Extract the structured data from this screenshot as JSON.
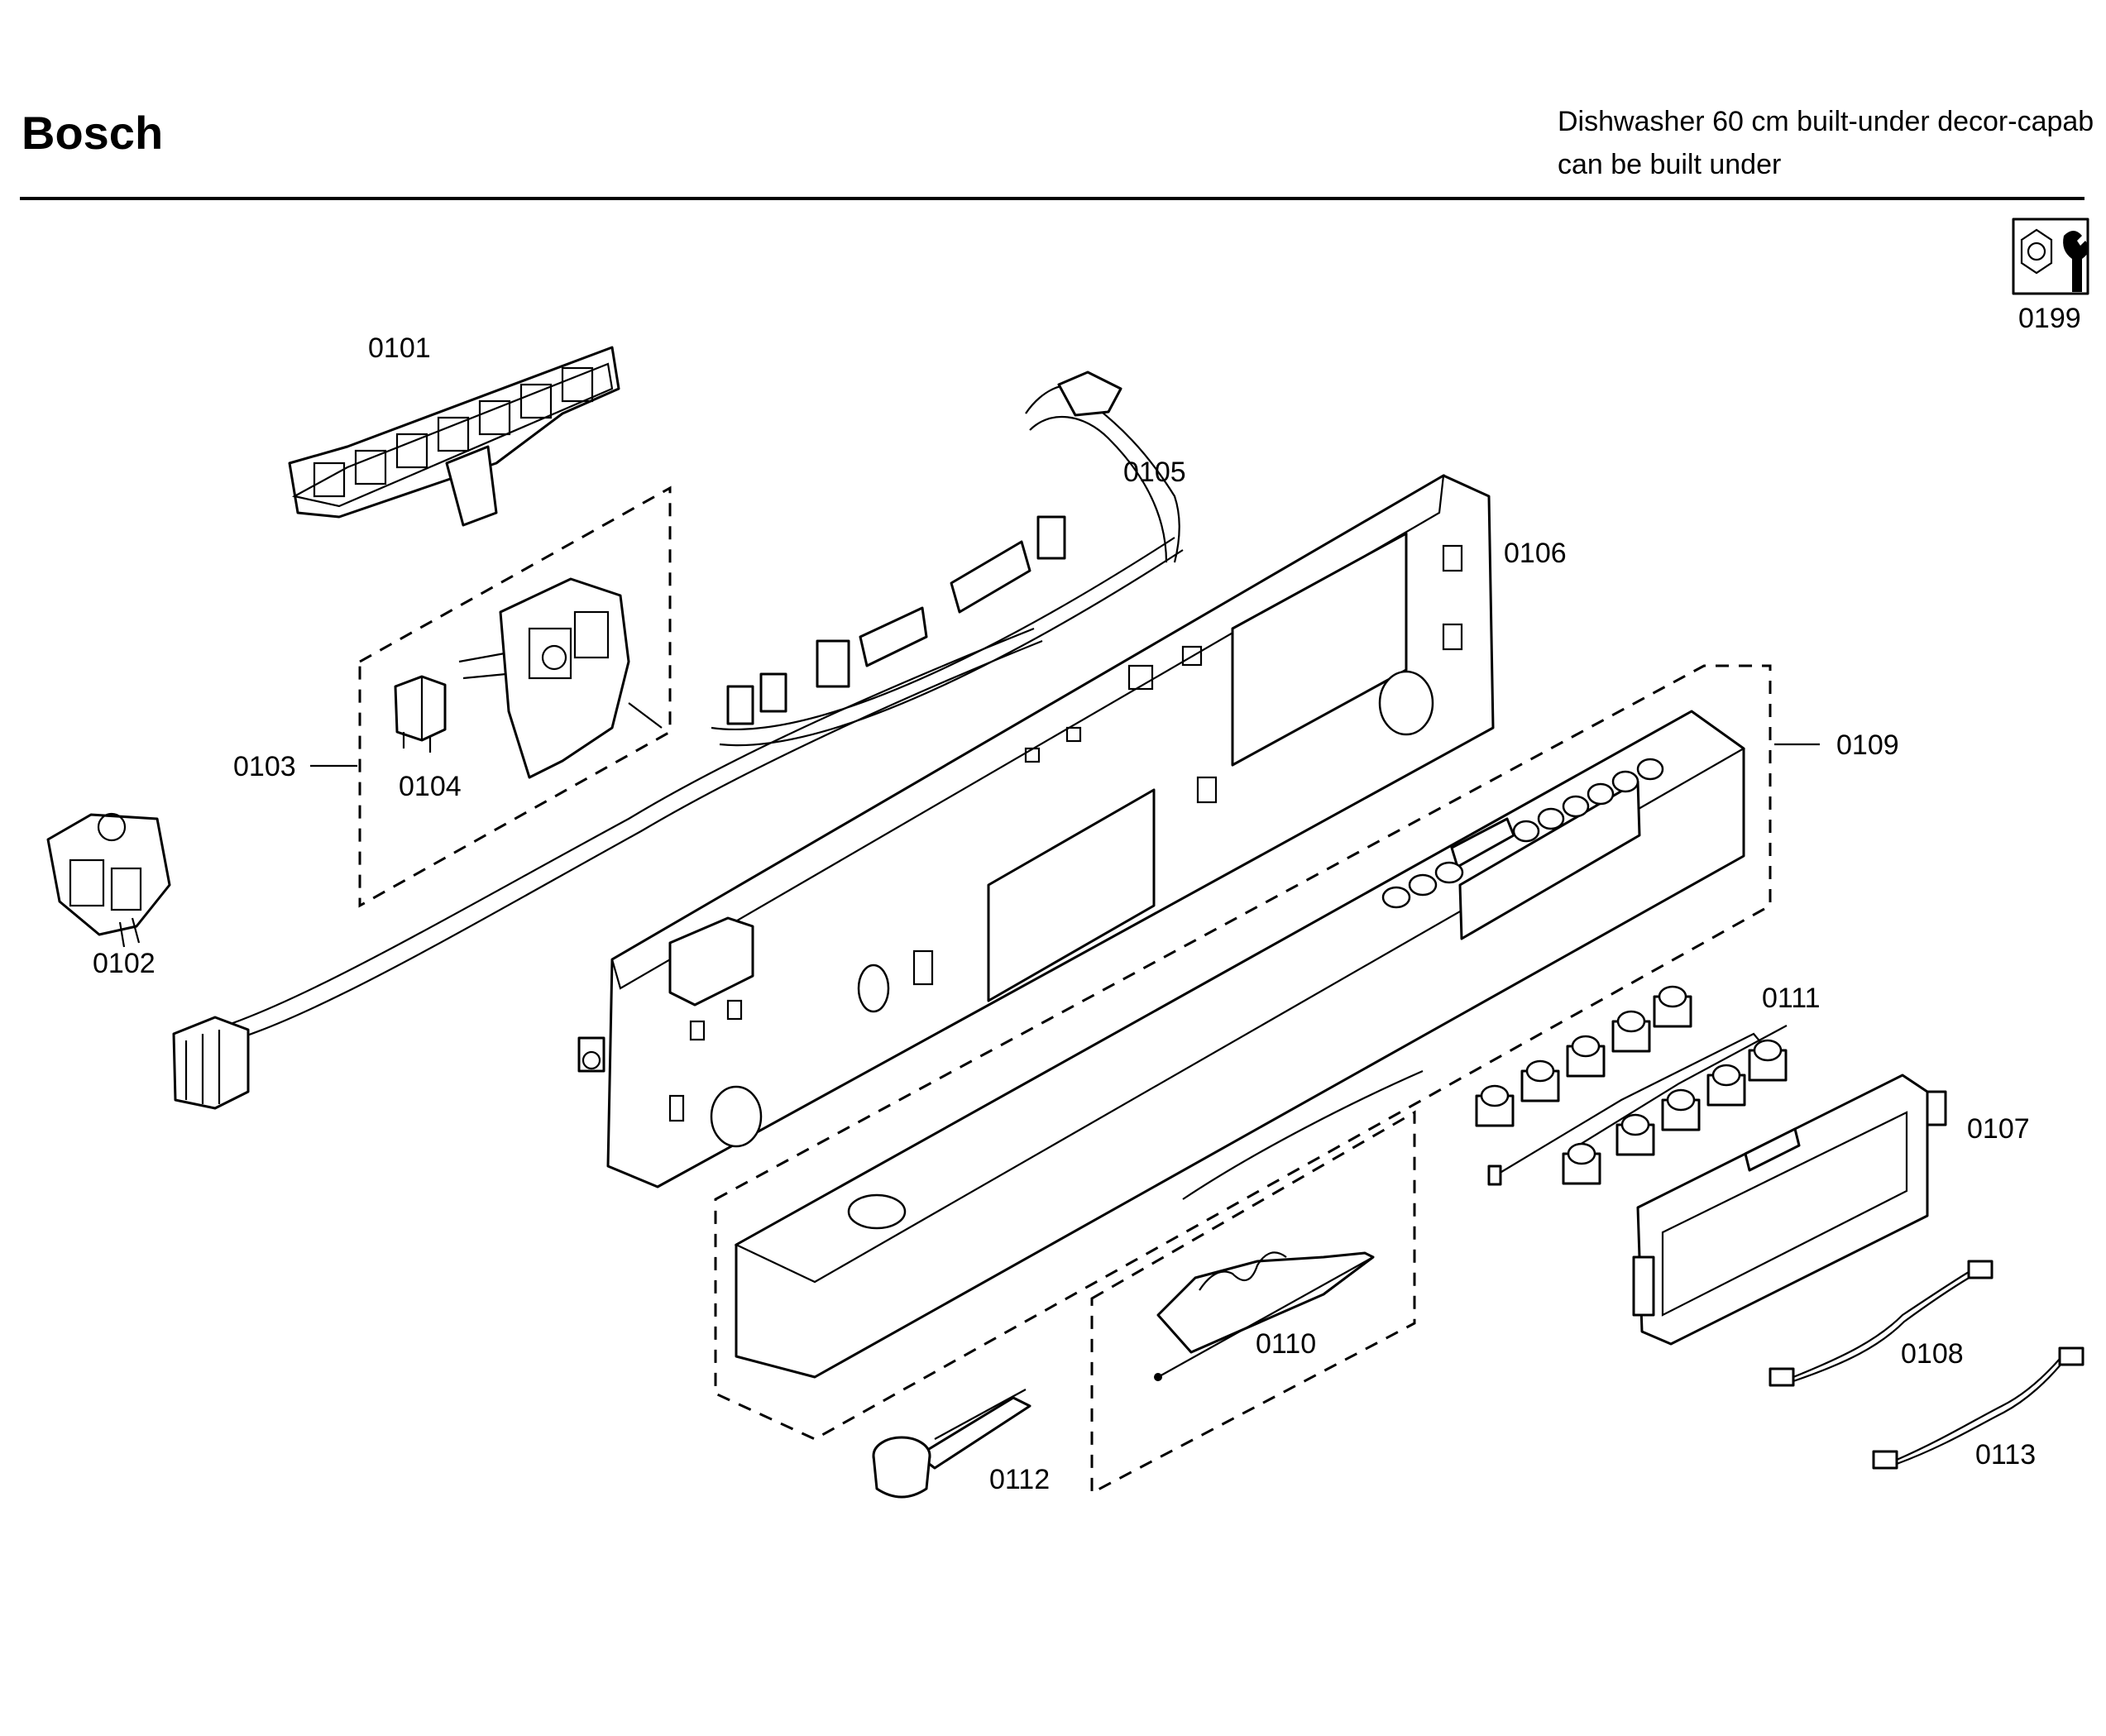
{
  "header": {
    "brand": "Bosch",
    "title_line1": "Dishwasher 60 cm built-under decor-capab",
    "title_line2": "can be built under"
  },
  "service_icon": {
    "icon": "nut-and-wrench-icon",
    "label": "0199"
  },
  "part_labels": {
    "p0101": "0101",
    "p0102": "0102",
    "p0103": "0103",
    "p0104": "0104",
    "p0105": "0105",
    "p0106": "0106",
    "p0107": "0107",
    "p0108": "0108",
    "p0109": "0109",
    "p0110": "0110",
    "p0111": "0111",
    "p0112": "0112",
    "p0113": "0113"
  }
}
